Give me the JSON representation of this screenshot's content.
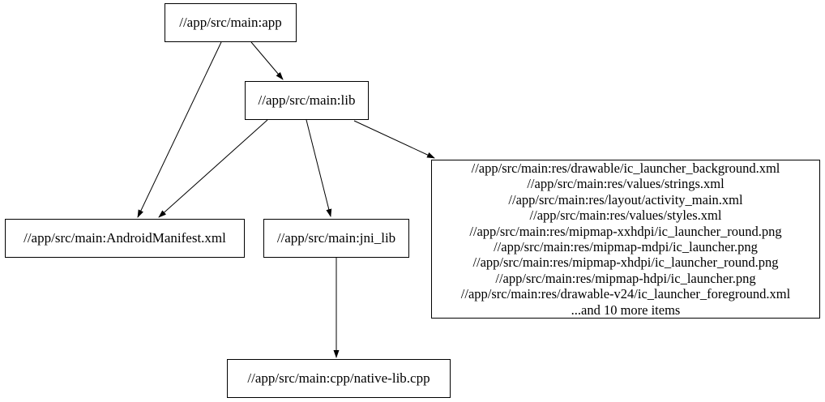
{
  "graph": {
    "nodes": {
      "app": {
        "label": "//app/src/main:app"
      },
      "lib": {
        "label": "//app/src/main:lib"
      },
      "manifest": {
        "label": "//app/src/main:AndroidManifest.xml"
      },
      "jni_lib": {
        "label": "//app/src/main:jni_lib"
      },
      "native_lib": {
        "label": "//app/src/main:cpp/native-lib.cpp"
      },
      "resources": {
        "lines": [
          "//app/src/main:res/drawable/ic_launcher_background.xml",
          "//app/src/main:res/values/strings.xml",
          "//app/src/main:res/layout/activity_main.xml",
          "//app/src/main:res/values/styles.xml",
          "//app/src/main:res/mipmap-xxhdpi/ic_launcher_round.png",
          "//app/src/main:res/mipmap-mdpi/ic_launcher.png",
          "//app/src/main:res/mipmap-xhdpi/ic_launcher_round.png",
          "//app/src/main:res/mipmap-hdpi/ic_launcher.png",
          "//app/src/main:res/drawable-v24/ic_launcher_foreground.xml",
          "...and 10 more items"
        ]
      }
    },
    "edges": [
      {
        "from": "//app/src/main:app",
        "to": "//app/src/main:AndroidManifest.xml"
      },
      {
        "from": "//app/src/main:app",
        "to": "//app/src/main:lib"
      },
      {
        "from": "//app/src/main:lib",
        "to": "//app/src/main:AndroidManifest.xml"
      },
      {
        "from": "//app/src/main:lib",
        "to": "//app/src/main:jni_lib"
      },
      {
        "from": "//app/src/main:lib",
        "to": "resources-group"
      },
      {
        "from": "//app/src/main:jni_lib",
        "to": "//app/src/main:cpp/native-lib.cpp"
      }
    ],
    "colors": {
      "background": "#ffffff",
      "node_border": "#000000",
      "text": "#000000",
      "edge": "#000000"
    }
  }
}
